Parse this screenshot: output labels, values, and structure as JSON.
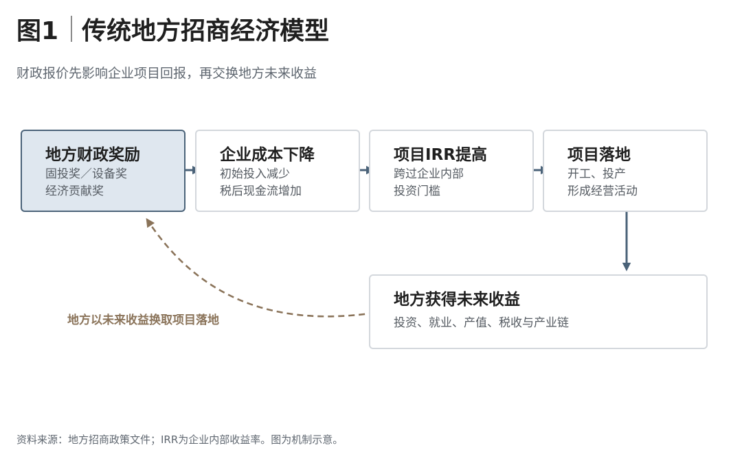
{
  "header": {
    "figure_label": "图1",
    "title": "传统地方招商经济模型",
    "subtitle": "财政报价先影响企业项目回报，再交换地方未来收益"
  },
  "nodes": [
    {
      "id": "local-finance-reward",
      "title": "地方财政奖励",
      "lines": [
        "固投奖／设备奖",
        "经济贡献奖"
      ]
    },
    {
      "id": "cost-down",
      "title": "企业成本下降",
      "lines": [
        "初始投入减少",
        "税后现金流增加"
      ]
    },
    {
      "id": "irr-up",
      "title": "项目IRR提高",
      "lines": [
        "跨过企业内部",
        "投资门槛"
      ]
    },
    {
      "id": "project-landing",
      "title": "项目落地",
      "lines": [
        "开工、投产",
        "形成经营活动"
      ]
    },
    {
      "id": "future-gains",
      "title": "地方获得未来收益",
      "lines": [
        "投资、就业、产值、税收与产业链"
      ]
    }
  ],
  "feedback_label": "地方以未来收益换取项目落地",
  "footnote": "资料来源：地方招商政策文件；IRR为企业内部收益率。图为机制示意。",
  "colors": {
    "highlight_fill": "#dfe7ef",
    "highlight_border": "#4a6278",
    "arrow": "#4a6278",
    "feedback": "#8a7359"
  }
}
